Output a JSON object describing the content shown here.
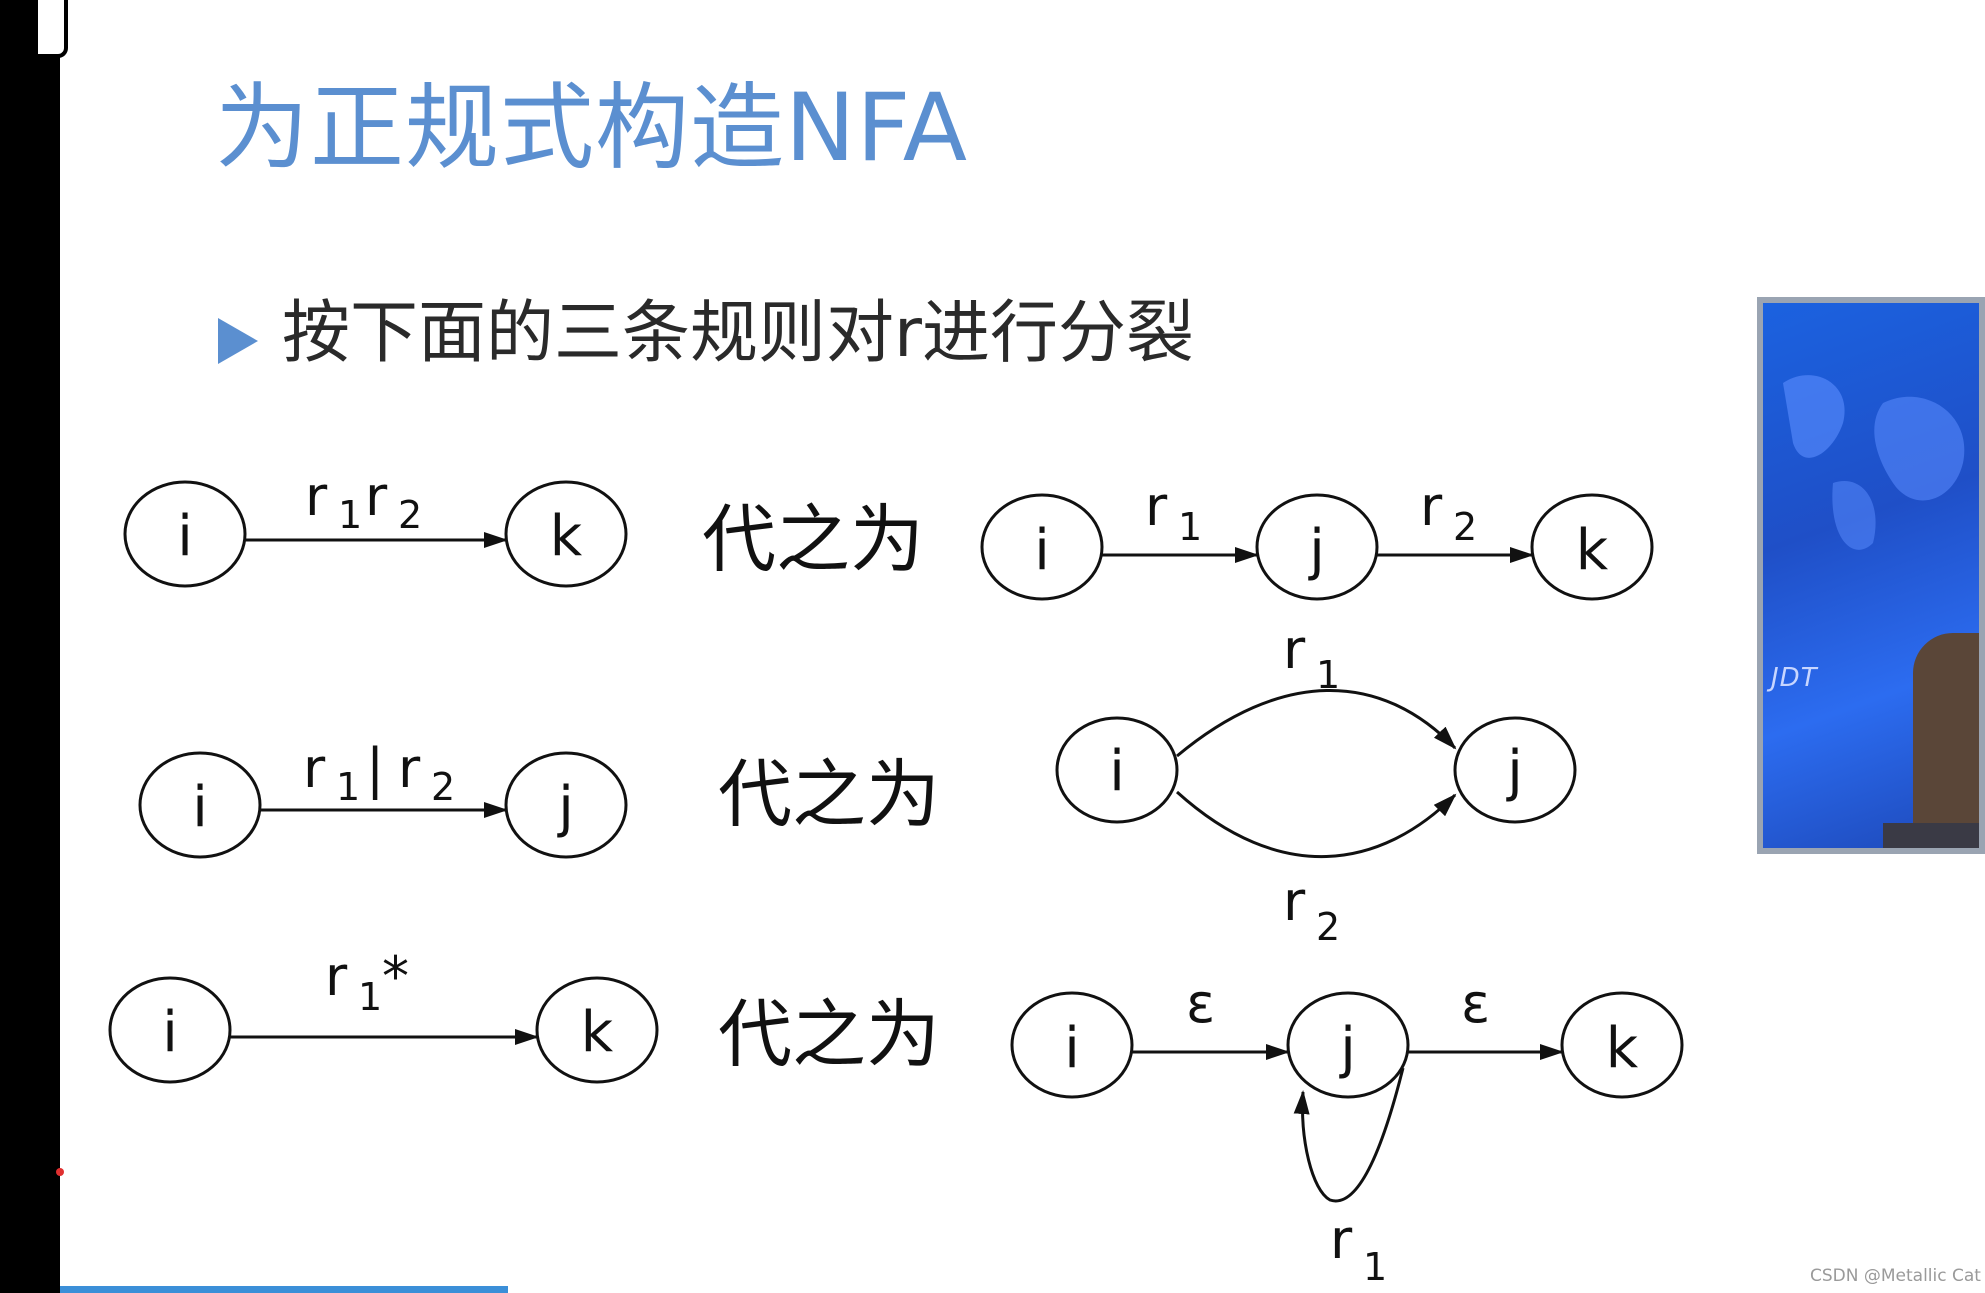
{
  "title": "为正规式构造NFA",
  "bullet": "按下面的三条规则对r进行分裂",
  "replace_label": "代之为",
  "state_names": {
    "i": "i",
    "j": "j",
    "k": "k"
  },
  "symbols": {
    "r": "r",
    "sub_1": "1",
    "sub_2": "2",
    "bar": "|",
    "star": "*",
    "epsilon": "ε"
  },
  "rules": [
    {
      "rule": "concatenation",
      "before": "r1r2",
      "after": [
        "i -r1-> j",
        "j -r2-> k"
      ]
    },
    {
      "rule": "union",
      "before": "r1|r2",
      "after": [
        "i -r1-> j",
        "i -r2-> j"
      ]
    },
    {
      "rule": "closure",
      "before": "r1*",
      "after": [
        "i -ε-> j",
        "j -r1-> j",
        "j -ε-> k"
      ]
    }
  ],
  "video": {
    "logo": "JDT"
  },
  "watermark": "CSDN @Metallic Cat",
  "colors": {
    "title": "#5b8fd0",
    "bullet_marker": "#5b8fd0",
    "text": "#111111",
    "video_bg": "#1f5ae0"
  }
}
